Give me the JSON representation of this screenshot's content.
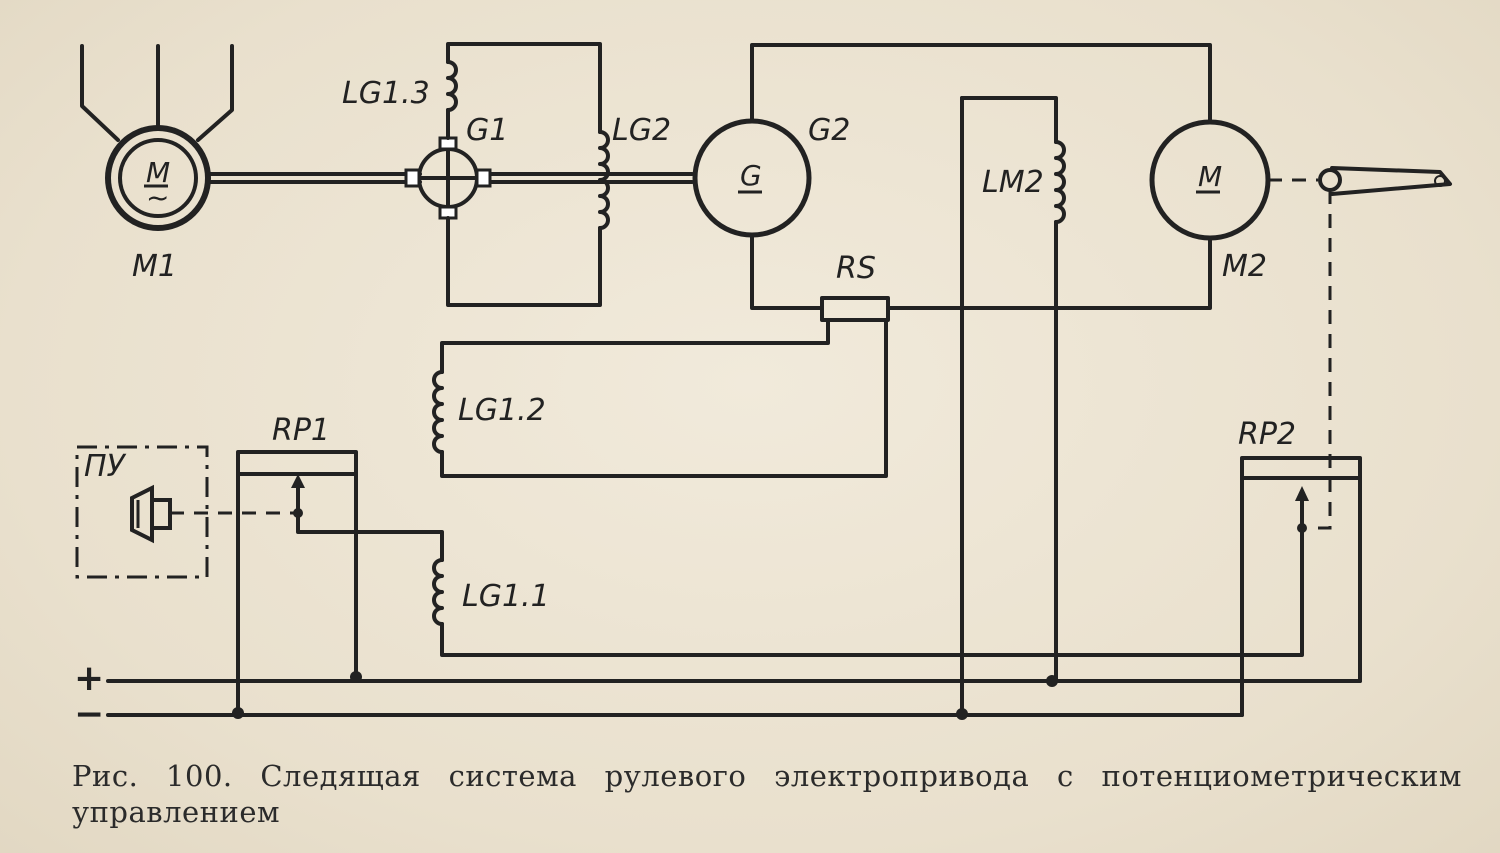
{
  "labels": {
    "lg13": "LG1.3",
    "g1": "G1",
    "lg2": "LG2",
    "g2": "G2",
    "lm2": "LM2",
    "m1": "M1",
    "m2": "M2",
    "rs": "RS",
    "lg12": "LG1.2",
    "rp1": "RP1",
    "rp2": "RP2",
    "pu": "ПУ",
    "lg11": "LG1.1",
    "plus": "+",
    "minus": "−"
  },
  "symbols": {
    "m1_motor": "M",
    "m1_ac": "~",
    "g2_generator": "G",
    "m2_motor": "M"
  },
  "caption": "Рис. 100. Следящая система рулевого   электропривода с потенциометрическим управлением"
}
